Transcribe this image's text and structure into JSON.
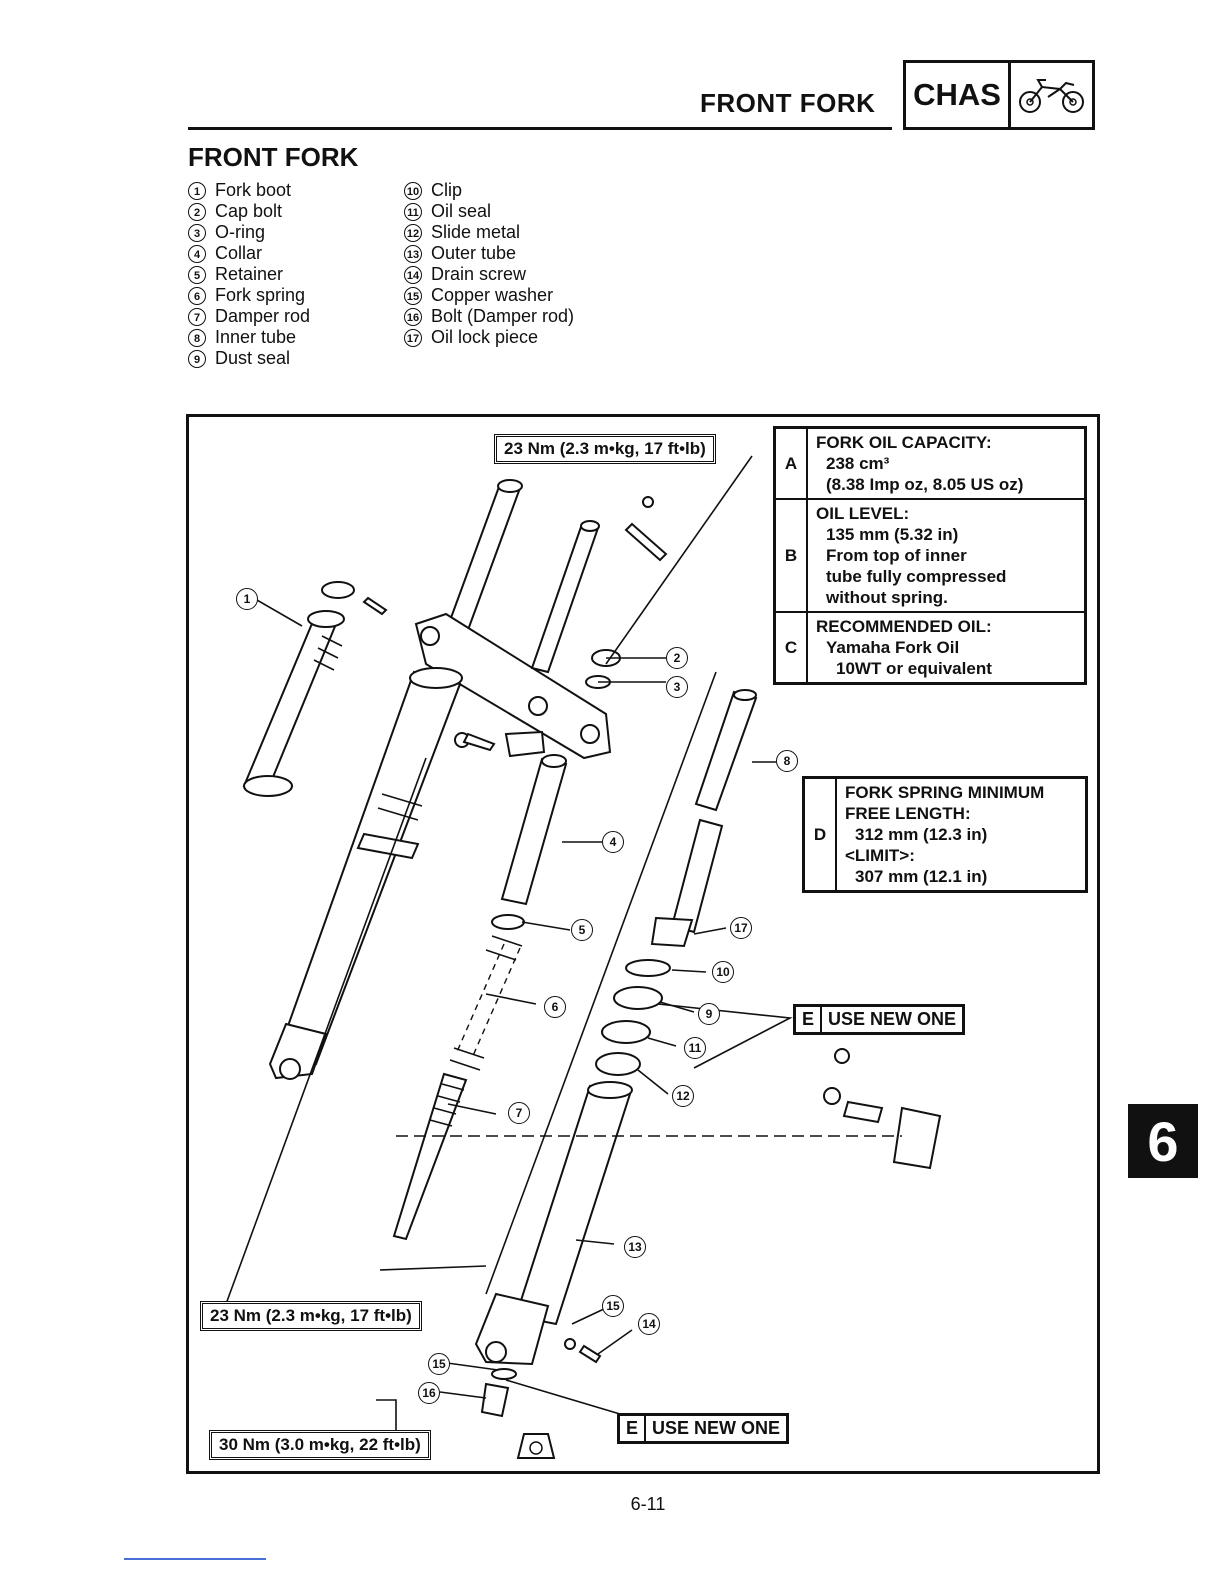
{
  "header": {
    "section_title": "FRONT FORK",
    "tab_label": "CHAS",
    "tab_icon": "motorcycle-icon"
  },
  "title": "FRONT FORK",
  "parts_left": [
    {
      "no": "1",
      "name": "Fork boot"
    },
    {
      "no": "2",
      "name": "Cap bolt"
    },
    {
      "no": "3",
      "name": "O-ring"
    },
    {
      "no": "4",
      "name": "Collar"
    },
    {
      "no": "5",
      "name": "Retainer"
    },
    {
      "no": "6",
      "name": "Fork spring"
    },
    {
      "no": "7",
      "name": "Damper rod"
    },
    {
      "no": "8",
      "name": "Inner tube"
    },
    {
      "no": "9",
      "name": "Dust seal"
    }
  ],
  "parts_right": [
    {
      "no": "10",
      "name": "Clip"
    },
    {
      "no": "11",
      "name": "Oil seal"
    },
    {
      "no": "12",
      "name": "Slide metal"
    },
    {
      "no": "13",
      "name": "Outer tube"
    },
    {
      "no": "14",
      "name": "Drain screw"
    },
    {
      "no": "15",
      "name": "Copper washer"
    },
    {
      "no": "16",
      "name": "Bolt (Damper rod)"
    },
    {
      "no": "17",
      "name": "Oil lock piece"
    }
  ],
  "torques": {
    "top": "23 Nm (2.3 m•kg, 17 ft•lb)",
    "bottom_left": "23 Nm (2.3 m•kg, 17 ft•lb)",
    "damper_bolt": "30 Nm (3.0 m•kg, 22 ft•lb)"
  },
  "specs": {
    "A": {
      "key": "A",
      "title": "FORK OIL CAPACITY:",
      "line1": "238 cm³",
      "line2": "(8.38 Imp oz, 8.05 US oz)"
    },
    "B": {
      "key": "B",
      "title": "OIL LEVEL:",
      "line1": "135 mm (5.32 in)",
      "line2": "From top of inner",
      "line3": "tube fully compressed",
      "line4": "without spring."
    },
    "C": {
      "key": "C",
      "title": "RECOMMENDED OIL:",
      "line1": "Yamaha Fork Oil",
      "line2": "10WT or equivalent"
    },
    "D": {
      "key": "D",
      "title": "FORK SPRING MINIMUM",
      "title2": "FREE LENGTH:",
      "line1": "312 mm (12.3 in)",
      "line2": "<LIMIT>:",
      "line3": "307 mm (12.1 in)"
    }
  },
  "new_one": {
    "key": "E",
    "label": "USE NEW ONE"
  },
  "callouts": [
    "1",
    "2",
    "3",
    "4",
    "5",
    "6",
    "7",
    "8",
    "9",
    "10",
    "11",
    "12",
    "13",
    "14",
    "15",
    "16",
    "17"
  ],
  "page_number": "6-11",
  "chapter_number": "6"
}
